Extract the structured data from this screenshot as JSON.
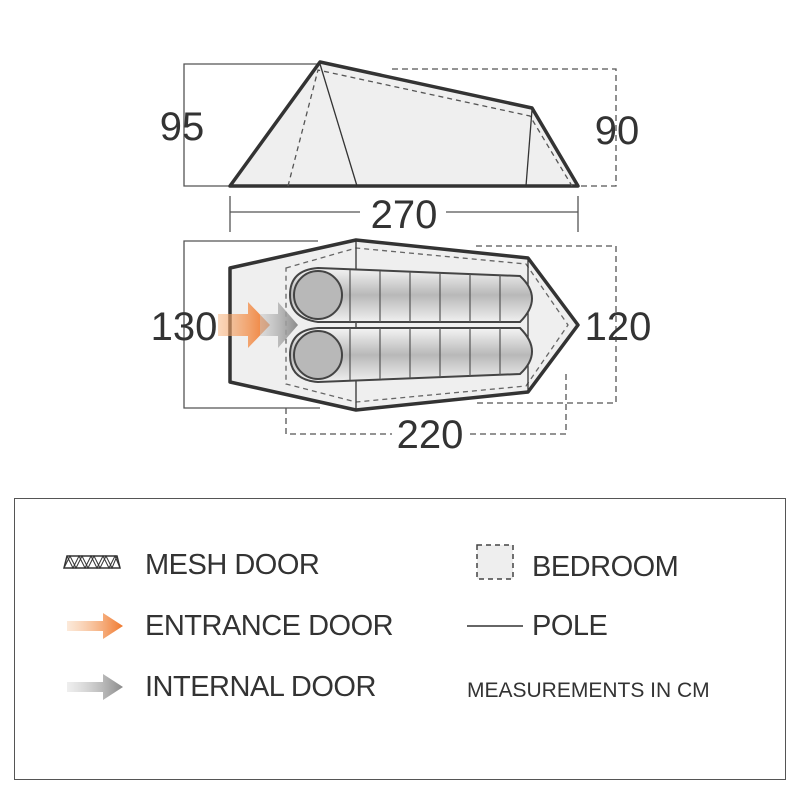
{
  "dimensions": {
    "side_height_front": "95",
    "side_height_rear": "90",
    "side_length": "270",
    "top_width_front": "130",
    "top_width_rear": "120",
    "top_length": "220"
  },
  "legend": {
    "mesh_door": "MESH DOOR",
    "entrance_door": "ENTRANCE DOOR",
    "internal_door": "INTERNAL DOOR",
    "bedroom": "BEDROOM",
    "pole": "POLE",
    "units_note": "MEASUREMENTS IN CM"
  },
  "colors": {
    "entrance_door": "#f08a3c",
    "internal_door": "#8e8e8e",
    "fill": "#efefef",
    "outline": "#333333"
  }
}
